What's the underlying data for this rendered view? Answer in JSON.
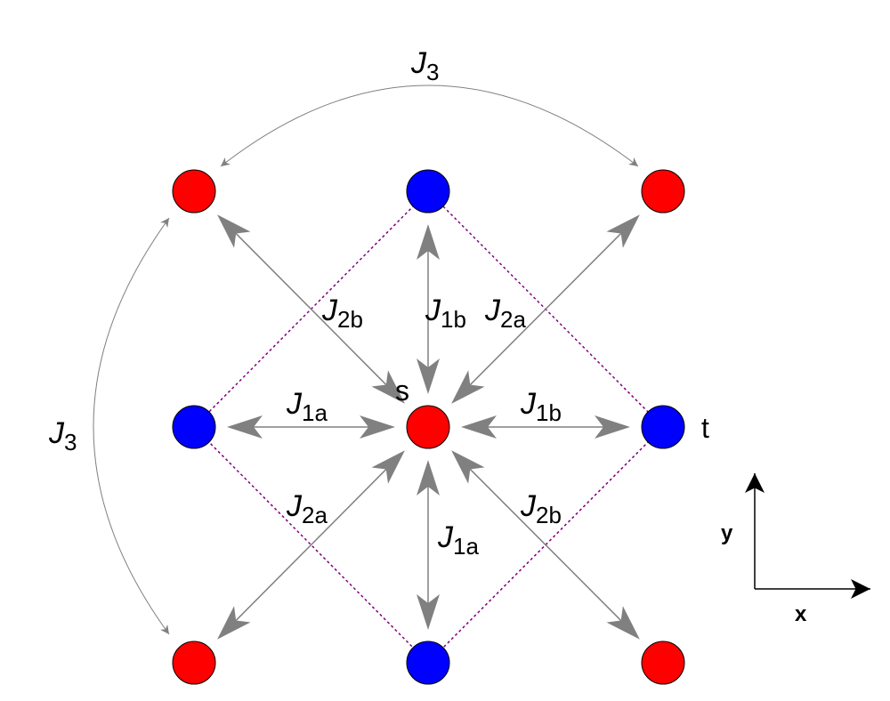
{
  "colors": {
    "red_site": "#ff0000",
    "blue_site": "#0000ff",
    "arrow": "#808080",
    "dashed_cell": "#800080"
  },
  "sites": {
    "red": [
      "red-site-top-left",
      "red-site-top-right",
      "red-site-center",
      "red-site-bottom-left",
      "red-site-bottom-right"
    ],
    "blue": [
      "blue-site-top",
      "blue-site-left",
      "blue-site-right",
      "blue-site-bottom"
    ]
  },
  "labels": {
    "s": "s",
    "t": "t",
    "J3_top": {
      "main": "J",
      "sub": "3"
    },
    "J3_left": {
      "main": "J",
      "sub": "3"
    },
    "J1a_left": {
      "main": "J",
      "sub": "1a"
    },
    "J1b_right": {
      "main": "J",
      "sub": "1b"
    },
    "J1b_up": {
      "main": "J",
      "sub": "1b"
    },
    "J1a_down": {
      "main": "J",
      "sub": "1a"
    },
    "J2b_upleft": {
      "main": "J",
      "sub": "2b"
    },
    "J2a_upright": {
      "main": "J",
      "sub": "2a"
    },
    "J2a_downleft": {
      "main": "J",
      "sub": "2a"
    },
    "J2b_downright": {
      "main": "J",
      "sub": "2b"
    }
  },
  "axes": {
    "x_label": "x",
    "y_label": "y"
  }
}
